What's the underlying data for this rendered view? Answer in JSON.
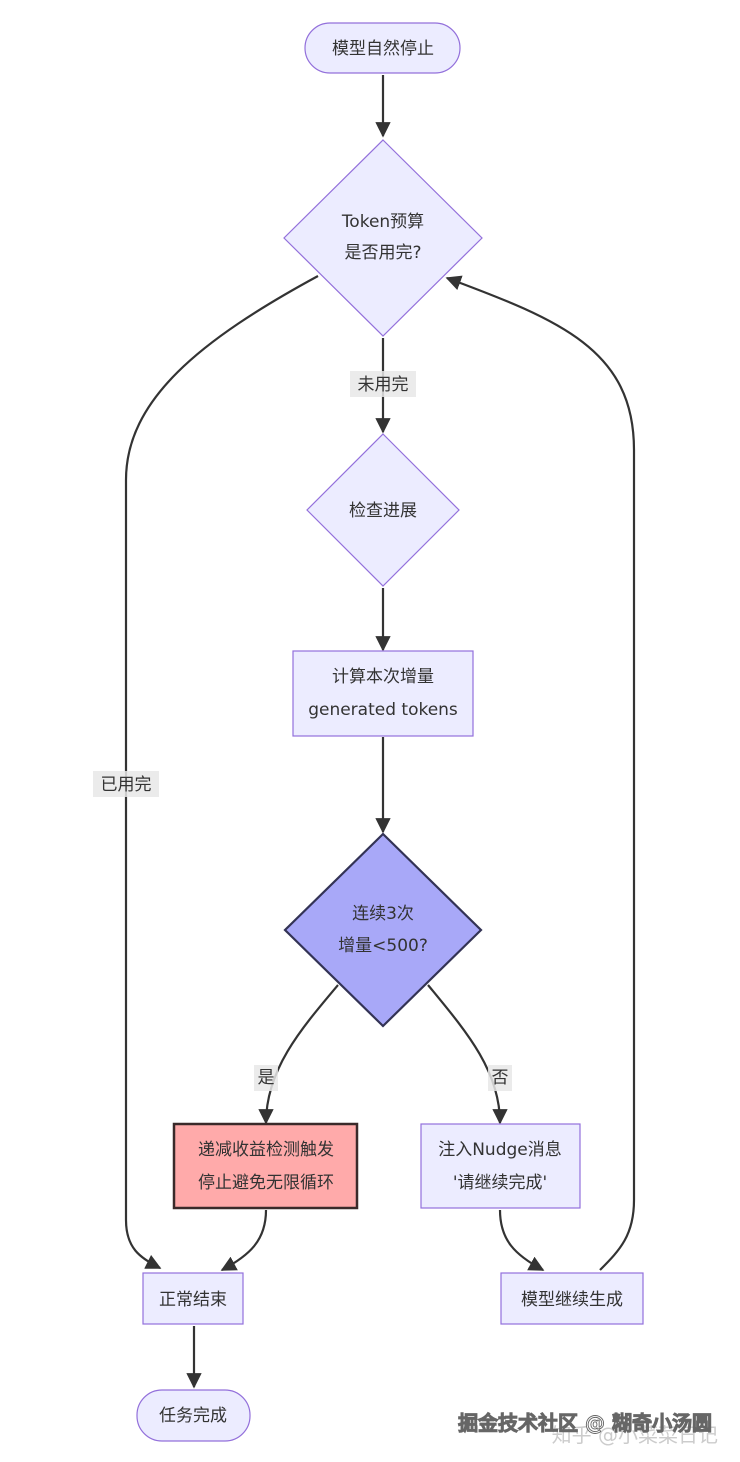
{
  "diagram": {
    "type": "flowchart",
    "colors": {
      "node_fill": "#ececff",
      "node_stroke": "#9370db",
      "highlight_fill": "#a8a8f8",
      "highlight_stroke": "#333355",
      "stop_fill": "#ffaaaa",
      "stop_stroke": "#3a2a2a",
      "edge": "#333333"
    },
    "nodes": {
      "start": "模型自然停止",
      "budget_line1": "Token预算",
      "budget_line2": "是否用完?",
      "check": "检查进展",
      "compute_line1": "计算本次增量",
      "compute_line2": "generated tokens",
      "cond_line1": "连续3次",
      "cond_line2": "增量<500?",
      "stop_line1": "递减收益检测触发",
      "stop_line2": "停止避免无限循环",
      "nudge_line1": "注入Nudge消息",
      "nudge_line2": "'请继续完成'",
      "normal_end": "正常结束",
      "continue_gen": "模型继续生成",
      "done": "任务完成"
    },
    "edge_labels": {
      "not_used_up": "未用完",
      "used_up": "已用完",
      "yes": "是",
      "no": "否"
    }
  },
  "watermark": {
    "primary": "掘金技术社区 @ 糊奇小汤圆",
    "secondary": "知乎 @小菜菜日记"
  }
}
